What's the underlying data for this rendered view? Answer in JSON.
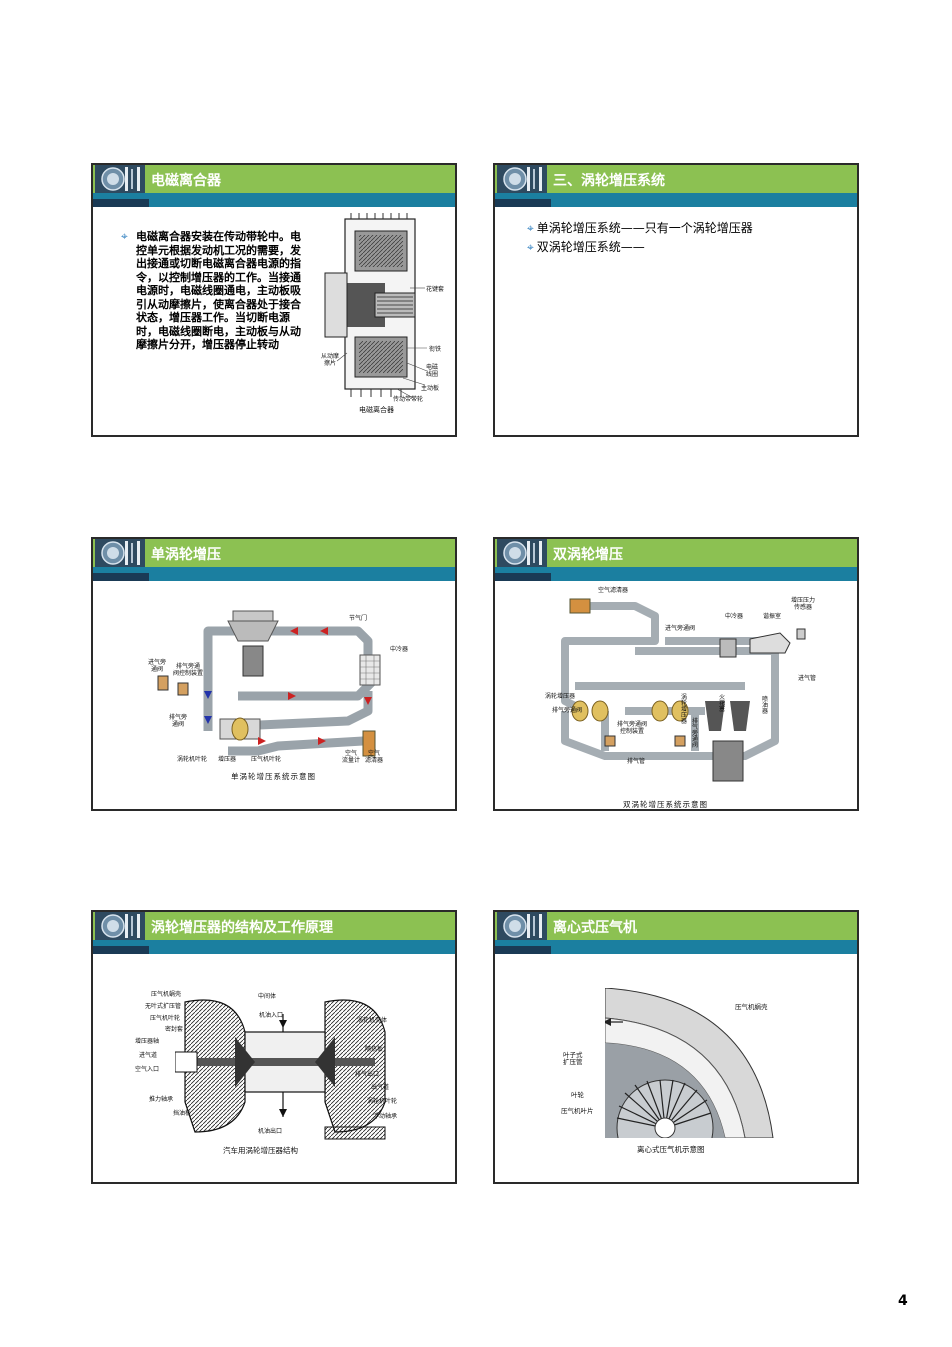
{
  "page_number": "4",
  "slides": [
    {
      "title": "电磁离合器",
      "paragraph": "电磁离合器安装在传动带轮中。电\n控单元根据发动机工况的需要，发\n出接通或切断电磁离合器电源的指\n令，以控制增压器的工作。当接通\n电源时，电磁线圈通电，主动板吸\n引从动摩擦片，使离合器处于接合\n状态，增压器工作。当切断电源\n时，电磁线圈断电，主动板与从动\n摩擦片分开，增压器停止转动",
      "labels": [
        "花键套",
        "衔铁",
        "电磁\n线圈",
        "主动板",
        "传动带带轮",
        "从动摩\n擦片"
      ],
      "caption": "电磁离合器"
    },
    {
      "title": "三、涡轮增压系统",
      "bullets": [
        "单涡轮增压系统——只有一个涡轮增压器",
        "双涡轮增压系统——"
      ]
    },
    {
      "title": "单涡轮增压",
      "labels": [
        "节气门",
        "中冷器",
        "进气旁\n通阀",
        "排气旁通\n阀控制装置",
        "排气旁\n通阀",
        "涡轮机叶轮",
        "增压器",
        "压气机叶轮",
        "空气\n流量计",
        "空气\n滤清器"
      ],
      "caption": "单涡轮增压系统示意图"
    },
    {
      "title": "双涡轮增压",
      "labels": [
        "空气滤清器",
        "进气旁通阀",
        "中冷器",
        "谐振室",
        "增压压力\n传感器",
        "进气管",
        "涡轮增压器",
        "排气旁通阀",
        "排气旁通阀\n控制装置",
        "涡轮增压器",
        "排气旁通阀",
        "火花塞",
        "喷油器",
        "排气管"
      ],
      "caption": "双涡轮增压系统示意图"
    },
    {
      "title": "涡轮增压器的结构及工作原理",
      "labels": [
        "压气机蜗壳",
        "中间体",
        "无叶式扩压管",
        "机油入口",
        "压气机叶轮",
        "涡轮机壳体",
        "密封套",
        "增压器轴",
        "隔热板",
        "进气道",
        "空气入口",
        "排气出口",
        "出气道",
        "推力轴承",
        "涡轮机叶轮",
        "挡油板",
        "浮动轴承",
        "机油出口"
      ],
      "caption": "汽车用涡轮增压器结构"
    },
    {
      "title": "离心式压气机",
      "labels": [
        "压气机蜗壳",
        "叶子式\n扩压管",
        "叶轮",
        "压气机叶片"
      ],
      "caption": "离心式压气机示意图"
    }
  ]
}
